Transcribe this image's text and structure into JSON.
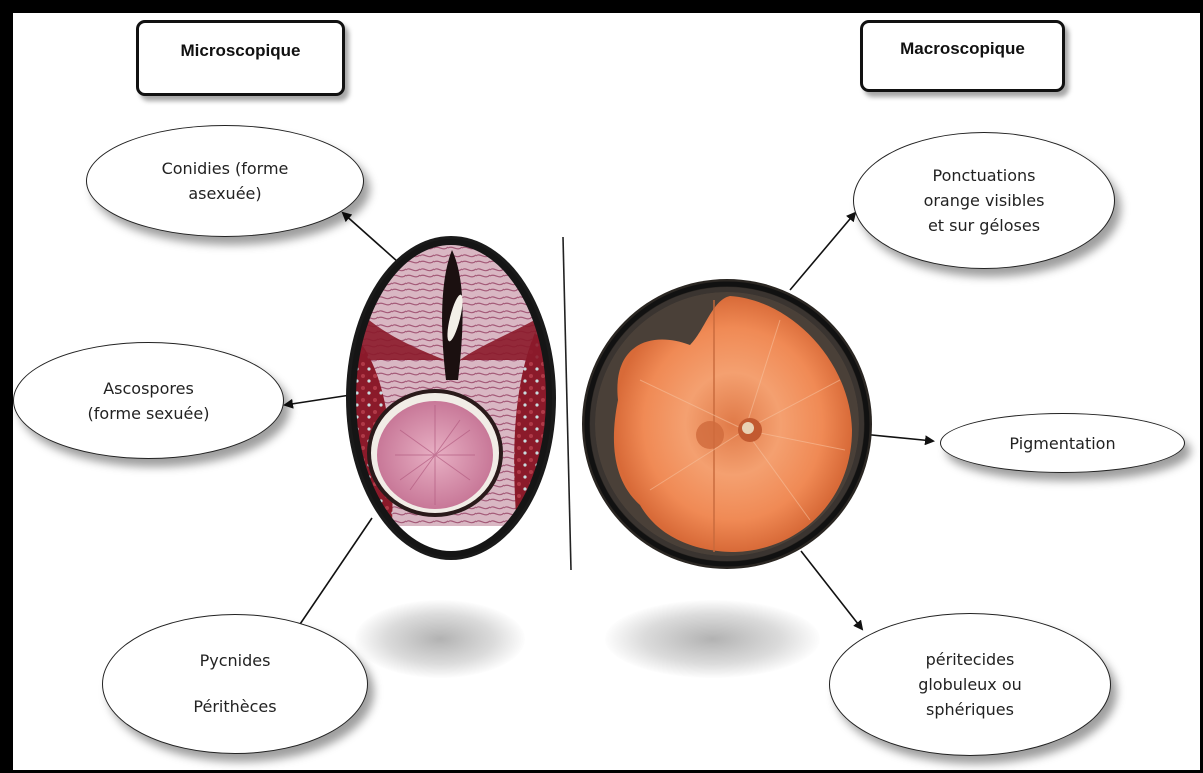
{
  "headers": {
    "left": "Microscopique",
    "right": "Macroscopique"
  },
  "microscopique": {
    "conidies": [
      "Conidies (forme",
      "asexuée)"
    ],
    "ascospores": [
      "Ascospores",
      "(forme sexuée)"
    ],
    "pycnides": [
      "Pycnides",
      "Périthèces"
    ]
  },
  "macroscopique": {
    "ponctuations": [
      "Ponctuations",
      "orange visibles",
      "et sur géloses"
    ],
    "pigmentation": "Pigmentation",
    "peritecides": [
      "péritecides",
      "globuleux ou",
      "sphériques"
    ]
  },
  "colors": {
    "frame": "#000000",
    "culture_orange": "#f08a55",
    "tissue_red": "#8b1a2a",
    "tissue_pink": "#d88aa8"
  }
}
